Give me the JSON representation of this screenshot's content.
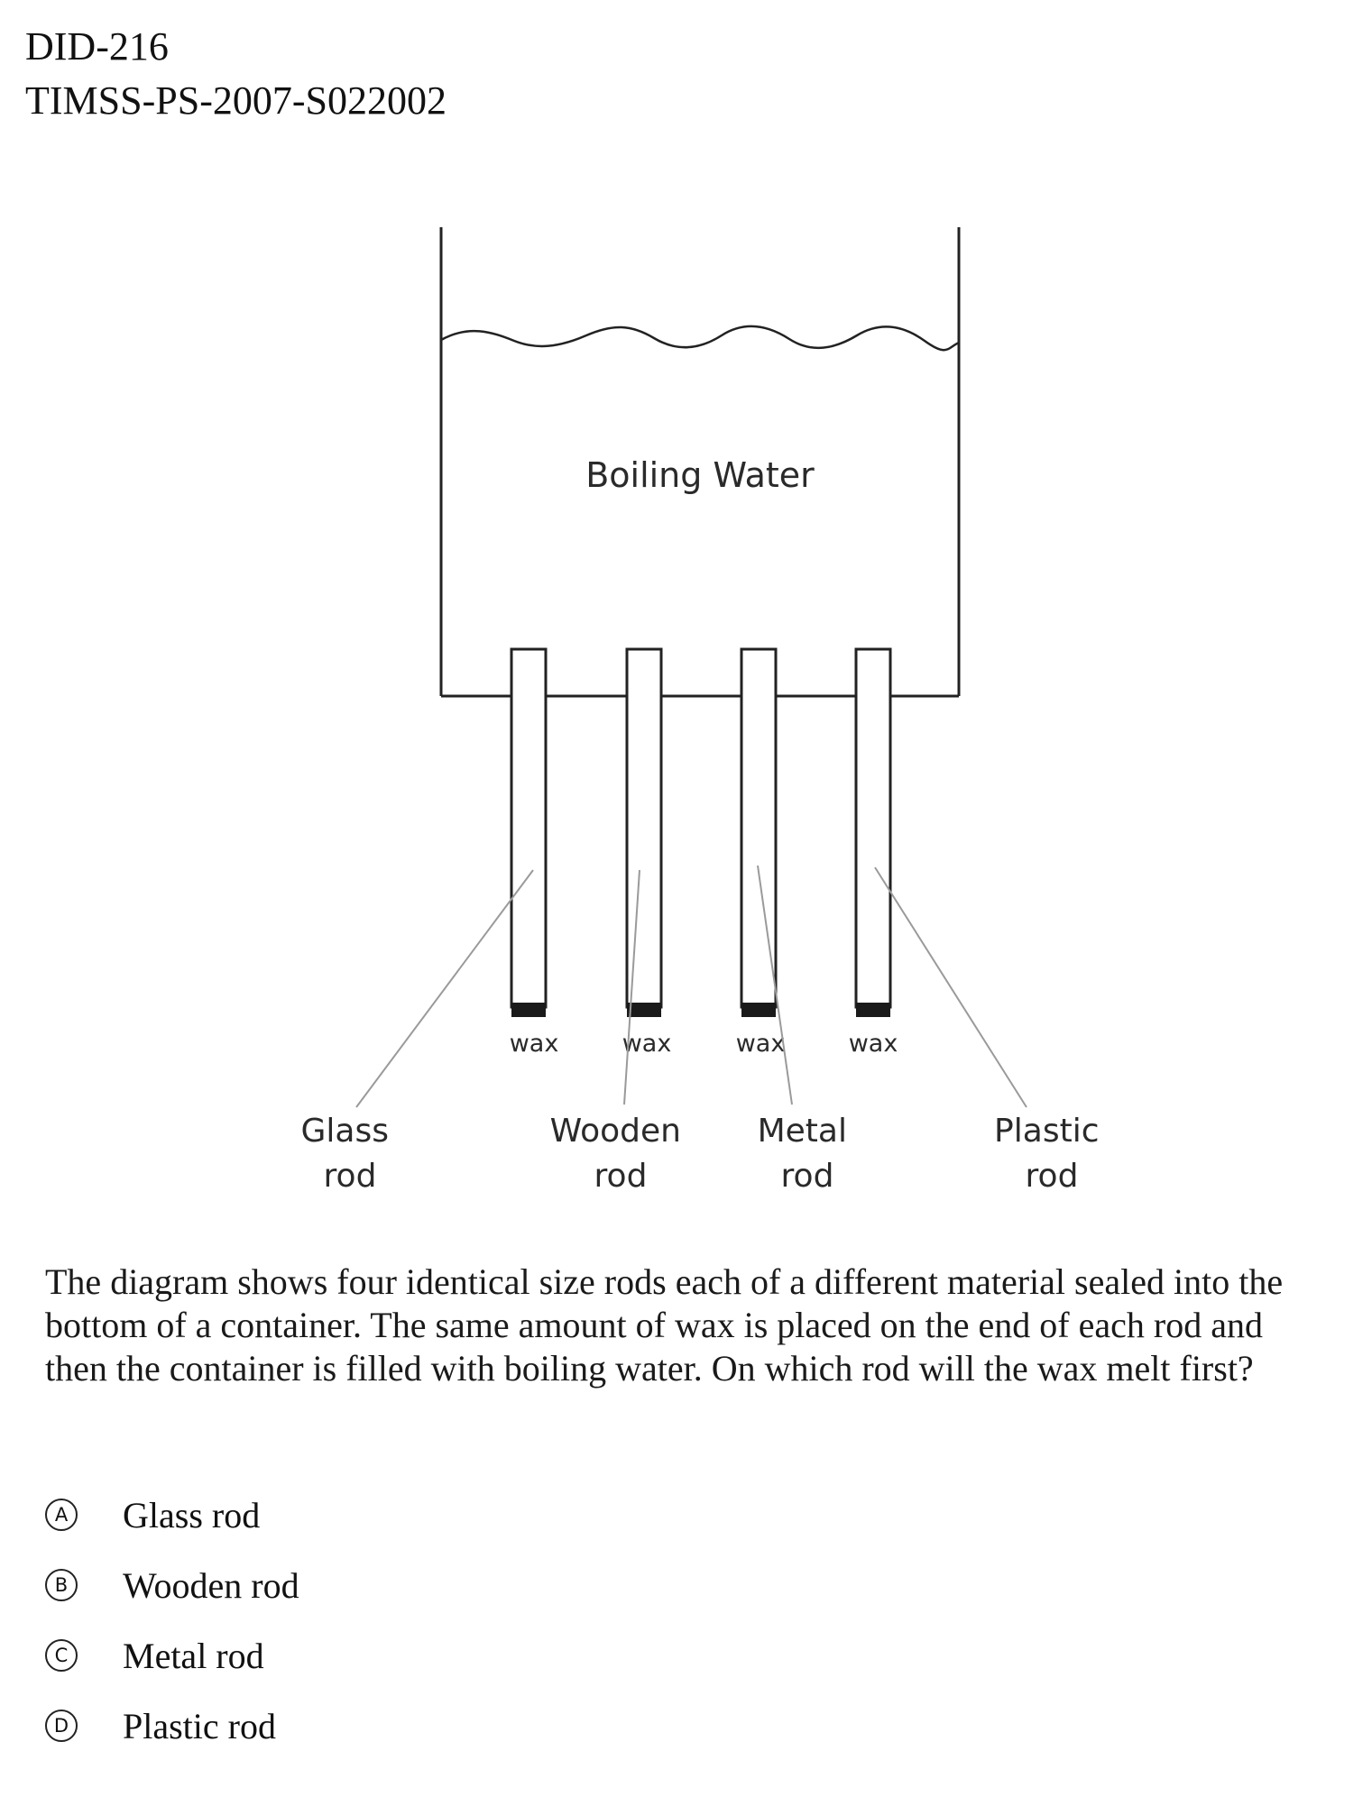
{
  "header": {
    "id": "DID-216",
    "code": "TIMSS-PS-2007-S022002"
  },
  "diagram": {
    "water_label": "Boiling Water",
    "wax_labels": [
      "wax",
      "wax",
      "wax",
      "wax"
    ],
    "rods": [
      {
        "line1": "Glass",
        "line2": "rod"
      },
      {
        "line1": "Wooden",
        "line2": "rod"
      },
      {
        "line1": "Metal",
        "line2": "rod"
      },
      {
        "line1": "Plastic",
        "line2": "rod"
      }
    ]
  },
  "question": "The diagram shows four identical size rods each of a different material sealed into the bottom of a container. The same amount of wax is placed on the end of each rod and then the container is filled with boiling water. On which rod will the wax melt first?",
  "options": [
    {
      "letter": "A",
      "text": "Glass rod"
    },
    {
      "letter": "B",
      "text": "Wooden rod"
    },
    {
      "letter": "C",
      "text": "Metal rod"
    },
    {
      "letter": "D",
      "text": "Plastic rod"
    }
  ]
}
